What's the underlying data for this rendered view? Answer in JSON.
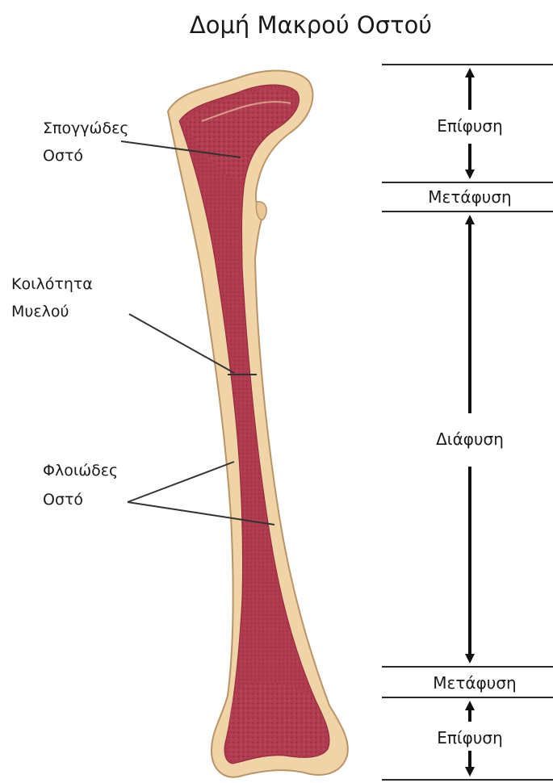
{
  "title": "Δομή Μακρού Οστού",
  "labels": {
    "spongy_line1": "Σπογγώδες",
    "spongy_line2": "Οστό",
    "marrow_line1": "Κοιλότητα",
    "marrow_line2": "Μυελού",
    "cortical_line1": "Φλοιώδες",
    "cortical_line2": "Οστό"
  },
  "zones": {
    "epiphysis_top": "Επίφυση",
    "metaphysis_top": "Μετάφυση",
    "diaphysis": "Διάφυση",
    "metaphysis_bottom": "Μετάφυση",
    "epiphysis_bottom": "Επίφυση"
  },
  "colors": {
    "bone_outer": "#f0d3a6",
    "bone_outline": "#b89468",
    "marrow": "#b03a4e",
    "marrow_dark": "#8e2a3c",
    "spongy": "#a8404f",
    "text": "#1a1a1a"
  }
}
